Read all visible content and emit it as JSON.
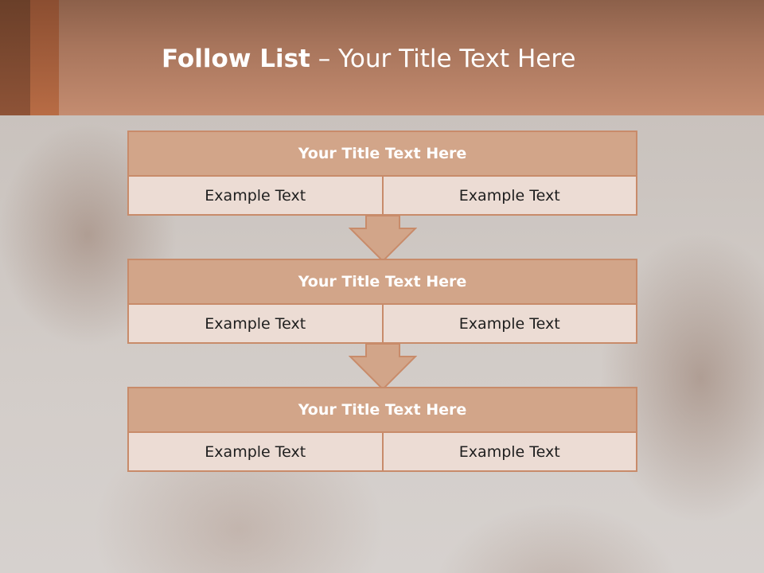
{
  "header": {
    "title_bold": "Follow List",
    "title_rest": "– Your Title Text Here"
  },
  "blocks": [
    {
      "title": "Your Title Text Here",
      "left": "Example Text",
      "right": "Example Text"
    },
    {
      "title": "Your Title Text Here",
      "left": "Example Text",
      "right": "Example Text"
    },
    {
      "title": "Your Title Text Here",
      "left": "Example Text",
      "right": "Example Text"
    }
  ],
  "colors": {
    "accent": "#c88b6a",
    "header_fill": "#d2a589",
    "cell_fill": "#ecdcd4"
  }
}
